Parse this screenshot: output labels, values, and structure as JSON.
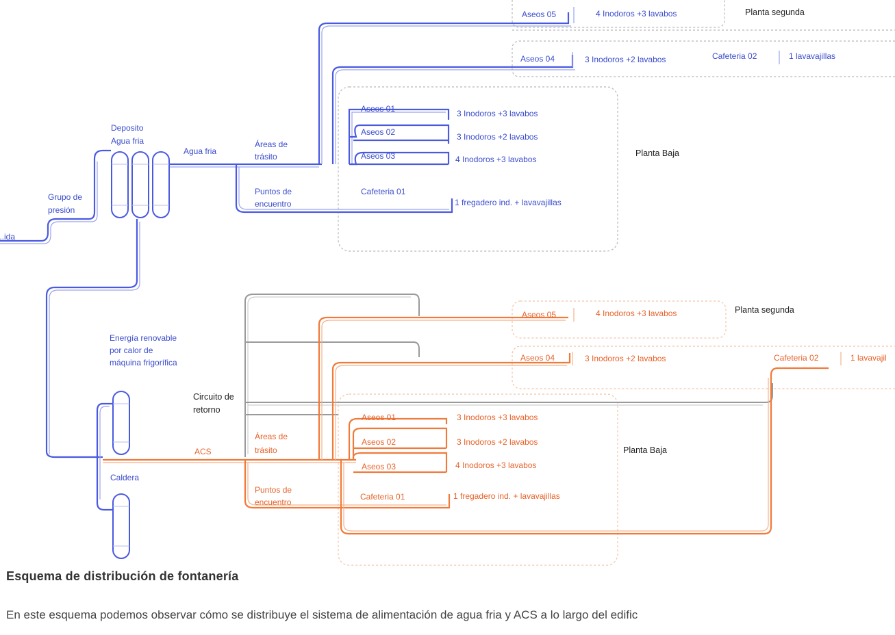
{
  "diagram": {
    "cold": {
      "source_label": "...ida",
      "pressure_group": [
        "Grupo de",
        "presión"
      ],
      "deposit": [
        "Deposito",
        "Agua fria"
      ],
      "main_label": "Agua fria",
      "transit": [
        "Áreas de",
        "trásito"
      ],
      "meeting": [
        "Puntos de",
        "encuentro"
      ],
      "rows": [
        {
          "name": "Aseos 01",
          "desc": "3 Inodoros +3 lavabos"
        },
        {
          "name": "Aseos 02",
          "desc": "3 Inodoros +2 lavabos"
        },
        {
          "name": "Aseos 03",
          "desc": "4 Inodoros +3 lavabos"
        },
        {
          "name": "Cafeteria 01",
          "desc": "1 fregadero ind. +  lavavajillas"
        }
      ],
      "upper": [
        {
          "name": "Aseos 05",
          "desc": "4 Inodoros +3 lavabos"
        },
        {
          "name": "Aseos 04",
          "desc": "3 Inodoros +2 lavabos",
          "extra_name": "Cafeteria 02",
          "extra_desc": "1 lavavajillas"
        }
      ],
      "floor_top": "Planta segunda",
      "floor_ground": "Planta Baja"
    },
    "hot": {
      "renewable": [
        "Energía renovable",
        "por calor de",
        "máquina frigorífica"
      ],
      "boiler": "Caldera",
      "return_circuit": [
        "Circuito de",
        "retorno"
      ],
      "main_label": "ACS",
      "transit": [
        "Áreas de",
        "trásito"
      ],
      "meeting": [
        "Puntos de",
        "encuentro"
      ],
      "rows": [
        {
          "name": "Aseos 01",
          "desc": "3 Inodoros +3 lavabos"
        },
        {
          "name": "Aseos 02",
          "desc": "3 Inodoros +2 lavabos"
        },
        {
          "name": "Aseos 03",
          "desc": "4 Inodoros +3 lavabos"
        },
        {
          "name": "Cafeteria 01",
          "desc": "1 fregadero ind. +  lavavajillas"
        }
      ],
      "upper": [
        {
          "name": "Aseos 05",
          "desc": "4 Inodoros +3 lavabos"
        },
        {
          "name": "Aseos 04",
          "desc": "3 Inodoros +2 lavabos",
          "extra_name": "Cafeteria 02",
          "extra_desc": "1 lavavajil"
        }
      ],
      "floor_top": "Planta segunda",
      "floor_ground": "Planta Baja"
    }
  },
  "caption": "Esquema de distribución de fontanería",
  "description": "En este esquema podemos observar cómo se distribuye el sistema de alimentación de agua fria y ACS a lo largo del edific",
  "colors": {
    "cold": "#4a5ae0",
    "hot": "#f07a3a",
    "return": "#9a9a9a"
  }
}
